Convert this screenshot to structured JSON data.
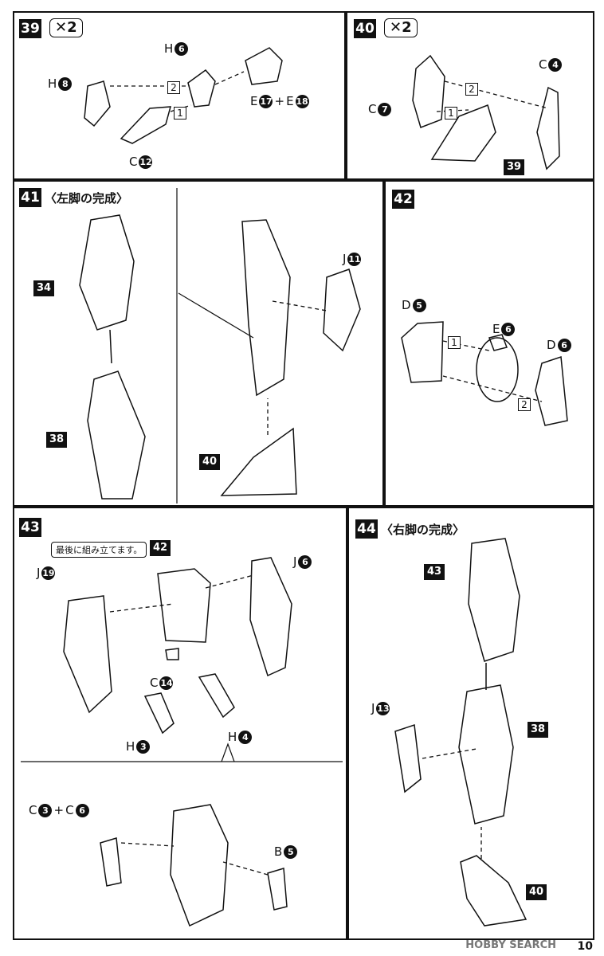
{
  "steps": {
    "s39": {
      "num": "39",
      "mult": "✕2",
      "labels": {
        "h6": "H",
        "h8": "H",
        "c12": "C",
        "e17": "E",
        "e18": "E"
      },
      "nums": {
        "h6": "6",
        "h8": "8",
        "c12": "12",
        "e17": "17",
        "e18": "18"
      },
      "plus": "+",
      "seq": [
        "1",
        "2"
      ]
    },
    "s40": {
      "num": "40",
      "mult": "✕2",
      "labels": {
        "c4": "C",
        "c7": "C"
      },
      "nums": {
        "c4": "4",
        "c7": "7"
      },
      "ref": "39",
      "seq": [
        "1",
        "2"
      ]
    },
    "s41": {
      "num": "41",
      "title": "〈左脚の完成〉",
      "labels": {
        "j11": "J"
      },
      "nums": {
        "j11": "11"
      },
      "refs": [
        "34",
        "38",
        "40"
      ]
    },
    "s42": {
      "num": "42",
      "labels": {
        "d5": "D",
        "e6": "E",
        "d6": "D"
      },
      "nums": {
        "d5": "5",
        "e6": "6",
        "d6": "6"
      },
      "seq": [
        "1",
        "2"
      ]
    },
    "s43": {
      "num": "43",
      "note": "最後に組み立てます。",
      "ref": "42",
      "labels": {
        "j19": "J",
        "j6": "J",
        "c14": "C",
        "h3": "H",
        "h4": "H",
        "c3": "C",
        "c6": "C",
        "b5": "B"
      },
      "nums": {
        "j19": "19",
        "j6": "6",
        "c14": "14",
        "h3": "3",
        "h4": "4",
        "c3": "3",
        "c6": "6",
        "b5": "5"
      },
      "plus": "+"
    },
    "s44": {
      "num": "44",
      "title": "〈右脚の完成〉",
      "labels": {
        "j13": "J"
      },
      "nums": {
        "j13": "13"
      },
      "refs": [
        "43",
        "38",
        "40"
      ]
    }
  },
  "page_number": "10",
  "watermark": "HOBBY SEARCH"
}
